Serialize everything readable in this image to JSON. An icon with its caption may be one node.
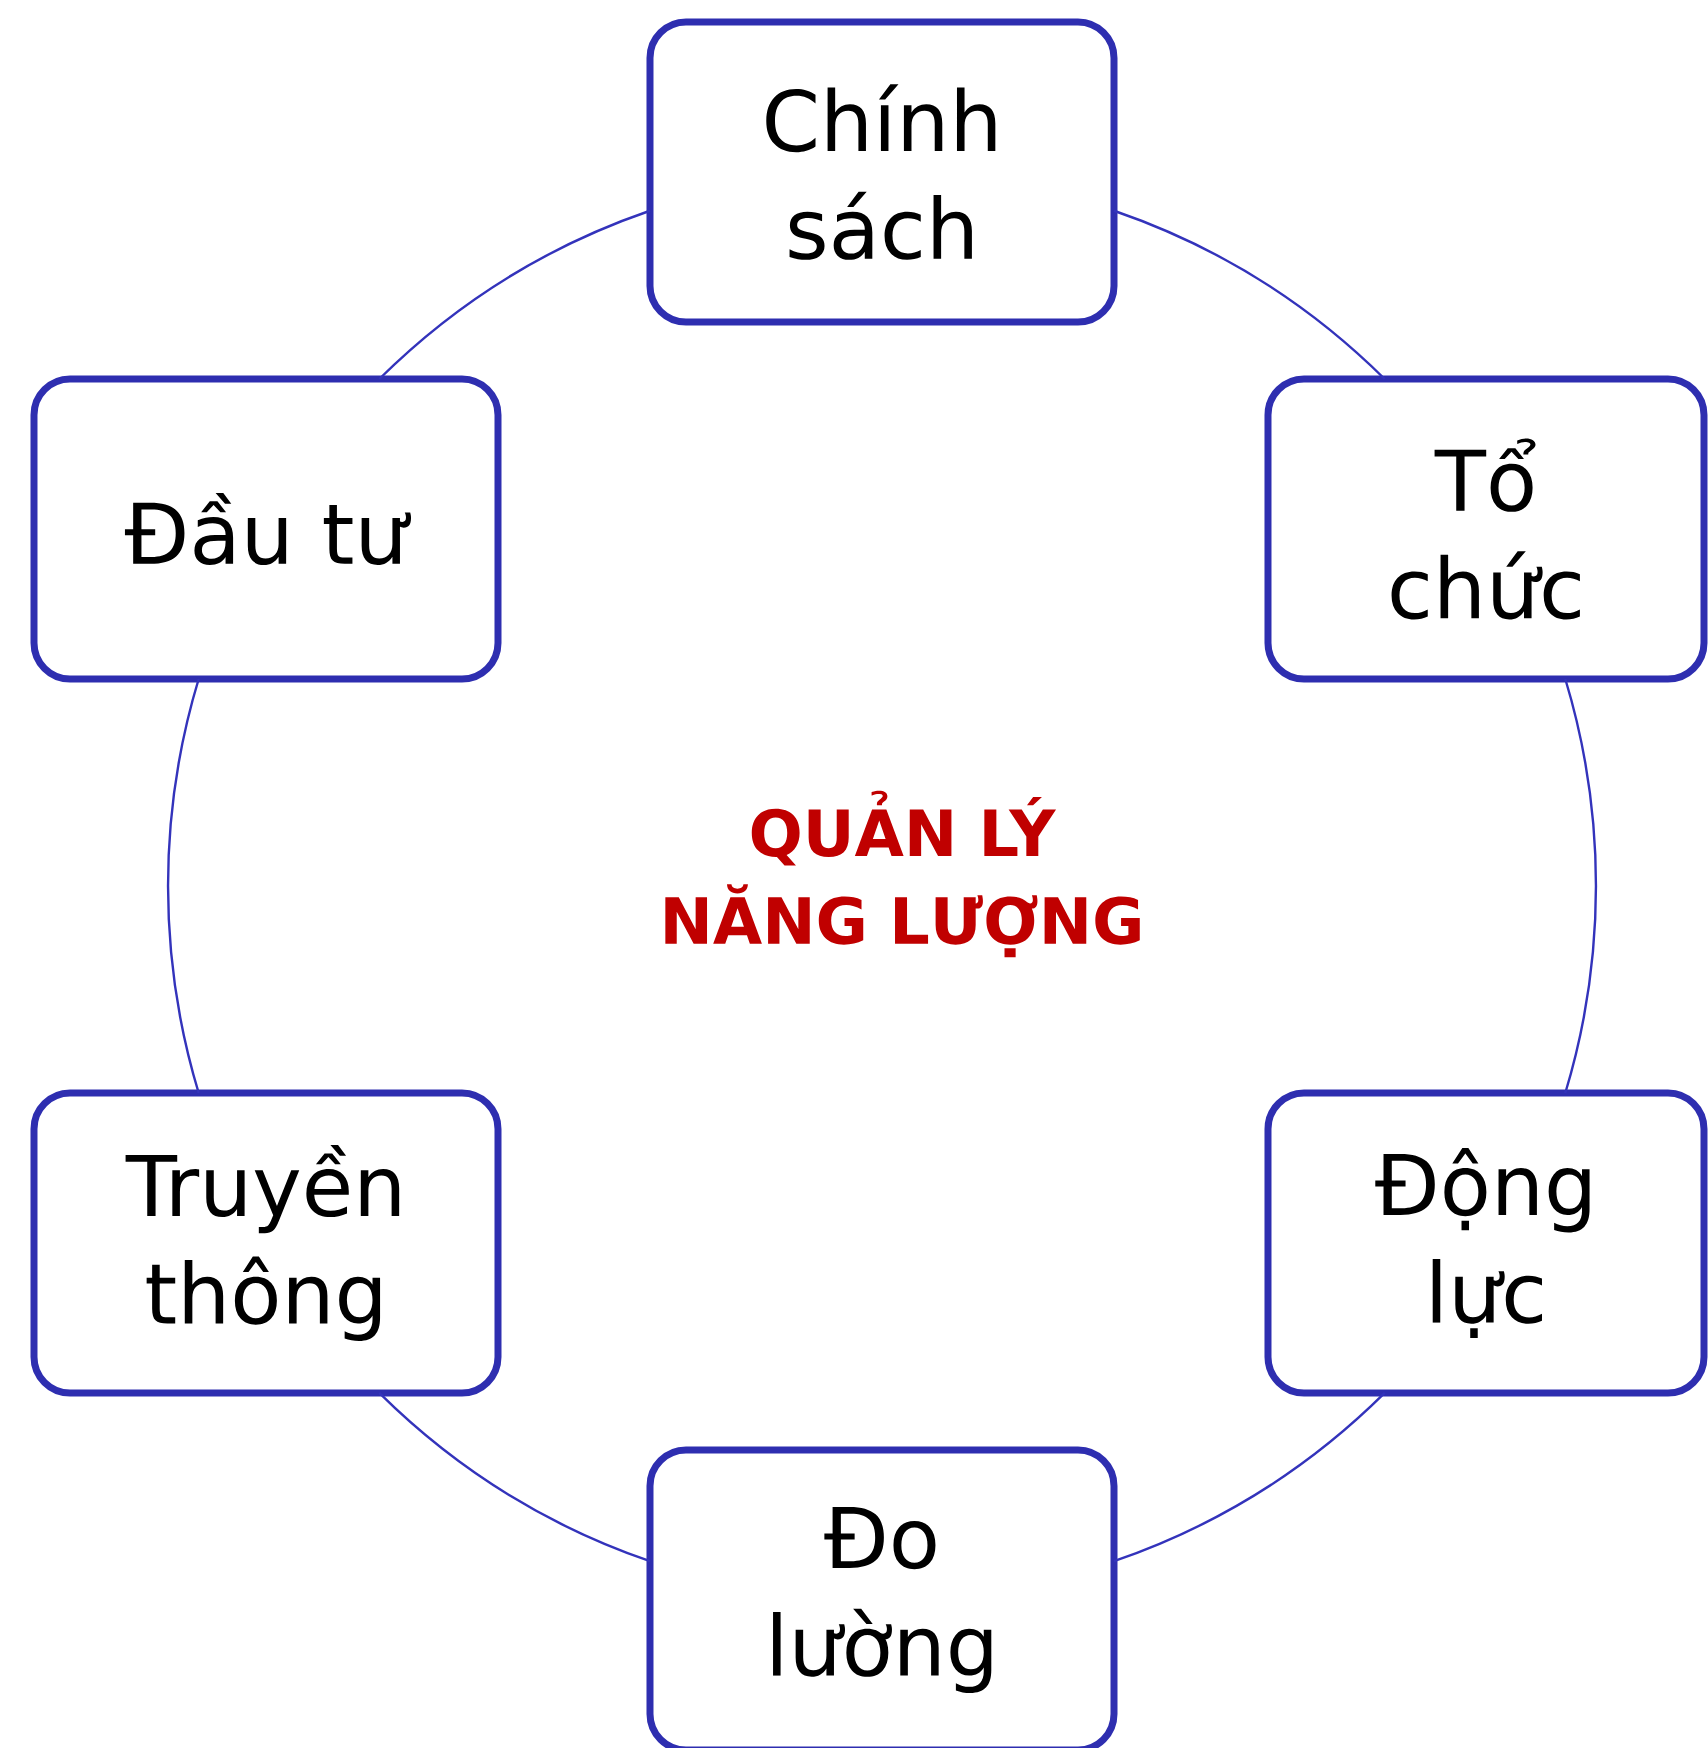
{
  "diagram": {
    "nodes": [
      {
        "text": [
          "Chính sách"
        ]
      },
      {
        "text": [
          "Đầu tư"
        ]
      },
      {
        "text": [
          "Tổ chức"
        ]
      },
      {
        "text": [
          "Truyền thông"
        ]
      },
      {
        "text": [
          "Động lực"
        ]
      },
      {
        "text": [
          "Đo lường"
        ]
      }
    ],
    "edges": [
      {
        "from": 0,
        "to": 2,
        "arrow": "none"
      },
      {
        "from": 2,
        "to": 4,
        "arrow": "none"
      },
      {
        "from": 4,
        "to": 5,
        "arrow": "none"
      },
      {
        "from": 5,
        "to": 3,
        "arrow": "none"
      },
      {
        "from": 3,
        "to": 1,
        "arrow": "none"
      },
      {
        "from": 1,
        "to": 0,
        "arrow": "none"
      }
    ],
    "labels": [
      "QUẢN LÝ NĂNG LƯỢNG"
    ]
  }
}
